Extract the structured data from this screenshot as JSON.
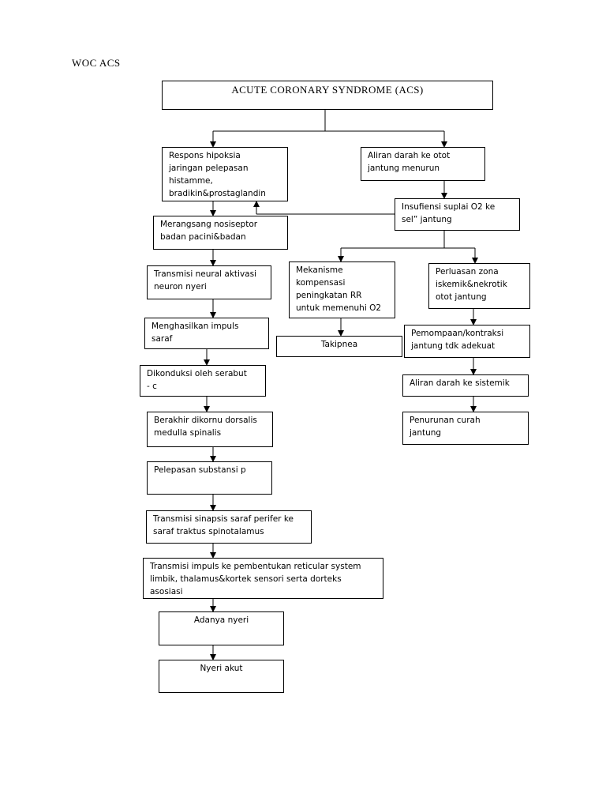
{
  "document": {
    "title": "WOC ACS"
  },
  "nodes": {
    "root": "ACUTE CORONARY SYNDROME  (ACS)",
    "respons": "Respons hipoksia\njaringan pelepasan\nhistamme,\nbradikin&prostaglandin",
    "aliran_otot": "Aliran darah ke otot\njantung menurun",
    "insufiensi": "Insufiensi suplai O2 ke\nsel” jantung",
    "merangsang": "Merangsang nosiseptor\nbadan pacini&badan",
    "transmisi_neural": "Transmisi neural aktivasi\nneuron nyeri",
    "menghasilkan": "Menghasilkan impuls\nsaraf",
    "dikonduksi": "Dikonduksi oleh serabut\n- c",
    "berakhir": "Berakhir dikornu dorsalis\nmedulla spinalis",
    "pelepasan": "Pelepasan substansi p",
    "sinapsis": "Transmisi sinapsis saraf perifer ke\nsaraf traktus spinotalamus",
    "impuls_reticular": "Transmisi impuls ke pembentukan reticular system\nlimbik, thalamus&kortek sensori serta dorteks\nasosiasi",
    "adanya_nyeri": "Adanya nyeri",
    "nyeri_akut": "Nyeri akut",
    "mekanisme": "Mekanisme\nkompensasi\npeningkatan RR\nuntuk memenuhi O2",
    "takipnea": "Takipnea",
    "perluasan": "Perluasan zona\niskemik&nekrotik\notot jantung",
    "pemompaan": "Pemompaan/kontraksi\njantung tdk adekuat",
    "aliran_sistemik": "Aliran darah ke sistemik",
    "penurunan": "Penurunan curah\njantung"
  }
}
